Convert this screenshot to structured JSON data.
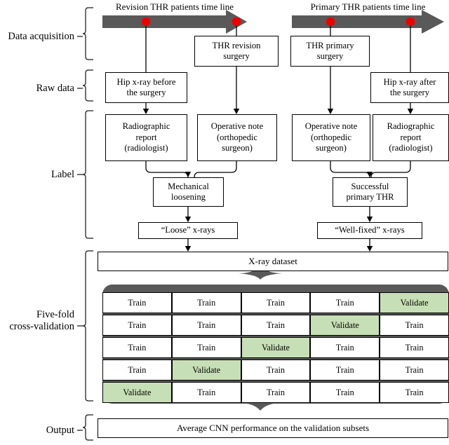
{
  "figure": {
    "type": "flowchart",
    "title": "THR x-ray dataset construction and five-fold cross-validation pipeline",
    "accent_green": "#c7dfb6",
    "timeline_gray": "#595959",
    "marker_red": "#ee0000"
  },
  "stages": [
    {
      "id": "data-acquisition",
      "label": "Data acquisition"
    },
    {
      "id": "raw-data",
      "label": "Raw data"
    },
    {
      "id": "label",
      "label": "Label"
    },
    {
      "id": "cross-validation",
      "label": "Five-fold\ncross-validation"
    },
    {
      "id": "output",
      "label": "Output"
    }
  ],
  "timelines": [
    {
      "id": "revision-timeline",
      "caption": "Revision THR patients time line",
      "markers": 2
    },
    {
      "id": "primary-timeline",
      "caption": "Primary THR patients time line",
      "markers": 2
    }
  ],
  "boxes": {
    "thr_revision_surgery": "THR revision\nsurgery",
    "thr_primary_surgery": "THR primary\nsurgery",
    "hip_xray_before": "Hip x-ray before\nthe surgery",
    "hip_xray_after": "Hip x-ray after\nthe surgery",
    "radiographic_report_left": "Radiographic\nreport\n(radiologist)",
    "operative_note_left": "Operative note\n(orthopedic\nsurgeon)",
    "operative_note_right": "Operative note\n(orthopedic\nsurgeon)",
    "radiographic_report_right": "Radiographic\nreport\n(radiologist)",
    "mechanical_loosening": "Mechanical\nloosening",
    "successful_primary_thr": "Successful\nprimary THR",
    "loose_xrays": "“Loose” x-rays",
    "wellfixed_xrays": "“Well-fixed” x-rays",
    "xray_dataset": "X-ray dataset",
    "output_box": "Average CNN performance on the validation subsets"
  },
  "cross_validation": {
    "n_folds": 5,
    "n_splits": 5,
    "train_label": "Train",
    "validate_label": "Validate",
    "folds": [
      [
        "Train",
        "Train",
        "Train",
        "Train",
        "Validate"
      ],
      [
        "Train",
        "Train",
        "Train",
        "Validate",
        "Train"
      ],
      [
        "Train",
        "Train",
        "Validate",
        "Train",
        "Train"
      ],
      [
        "Train",
        "Validate",
        "Train",
        "Train",
        "Train"
      ],
      [
        "Validate",
        "Train",
        "Train",
        "Train",
        "Train"
      ]
    ]
  }
}
